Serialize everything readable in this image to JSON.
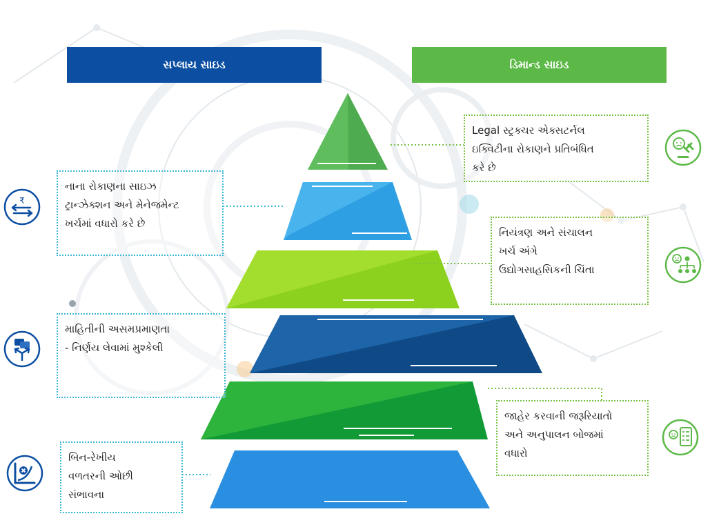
{
  "headers": {
    "supply_side": "સપ્લાય સાઇડ",
    "demand_side": "ડિમાન્ડ સાઇડ"
  },
  "supply_items": [
    {
      "lines": [
        "નાના રોકાણના સાઇઝ",
        "ટ્રાન્ઝેક્શન અને મેનેજમેન્ટ",
        "ખર્ચમાં વધારો કરે છે"
      ],
      "icon": "rupee-exchange-icon"
    },
    {
      "lines": [
        "માહિતીની અસમપ્રમાણતા",
        "- નિર્ણય લેવામાં મુશ્કેલી"
      ],
      "icon": "chat-decision-arrows-icon"
    },
    {
      "lines": [
        "બિન-રેખીય",
        "વળતરની ઓછી",
        "સંભાવના"
      ],
      "icon": "nonlinear-return-chart-icon"
    }
  ],
  "demand_items": [
    {
      "lines": [
        "Legal સ્ટ્રક્ચર એક્સટર્નલ",
        "ઇક્વિટીના રોકાણને  પ્રતિબંધિત",
        "કરે છે"
      ],
      "icon": "worried-face-gavel-icon"
    },
    {
      "lines": [
        "નિયંત્રણ અને સંચાલન",
        "ખર્ચ અંગે",
        "ઉદ્યોગસાહસિકની ચિંતા"
      ],
      "icon": "worried-face-org-chart-icon"
    },
    {
      "lines": [
        "જાહેર કરવાની જરૂરિયાતો",
        "અને અનુપાલન બોજમાં",
        "વધારો"
      ],
      "icon": "worried-face-checklist-icon"
    }
  ],
  "colors": {
    "supply_header": "#0b4ea2",
    "demand_header": "#5cb947",
    "supply_border": "#39b6d6",
    "demand_border": "#78c043"
  }
}
